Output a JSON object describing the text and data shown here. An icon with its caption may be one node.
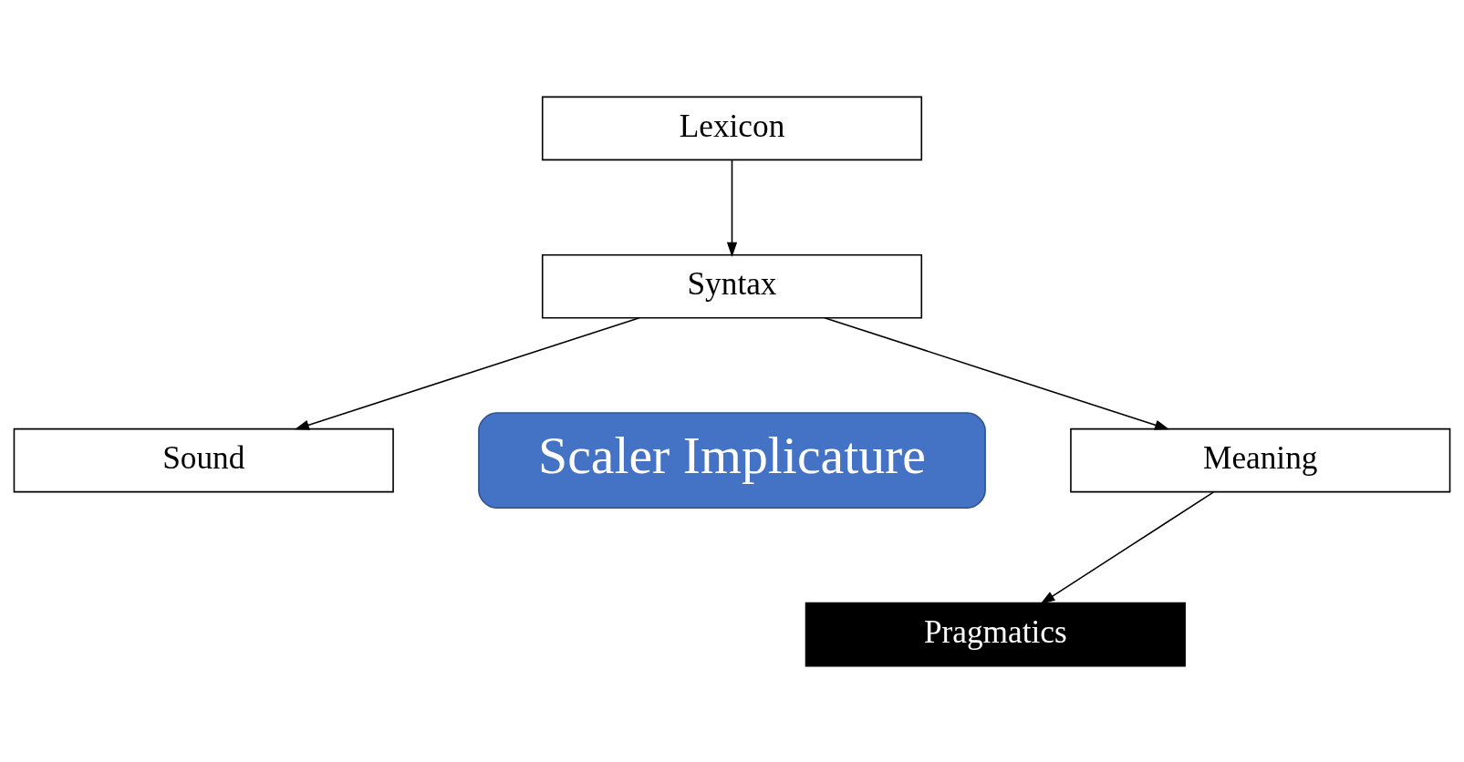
{
  "diagram": {
    "nodes": [
      {
        "text": [
          "Lexicon"
        ]
      },
      {
        "text": [
          "Syntax"
        ]
      },
      {
        "text": [
          "Scaler Implicature"
        ]
      },
      {
        "text": [
          "Sound"
        ]
      },
      {
        "text": [
          "Meaning"
        ]
      },
      {
        "text": [
          "Pragmatics"
        ]
      }
    ],
    "edges": [
      {
        "from": 0,
        "to": 1,
        "arrow": "to"
      },
      {
        "from": 1,
        "to": 3,
        "arrow": "to"
      },
      {
        "from": 1,
        "to": 4,
        "arrow": "to"
      },
      {
        "from": 4,
        "to": 5,
        "arrow": "to"
      }
    ]
  }
}
